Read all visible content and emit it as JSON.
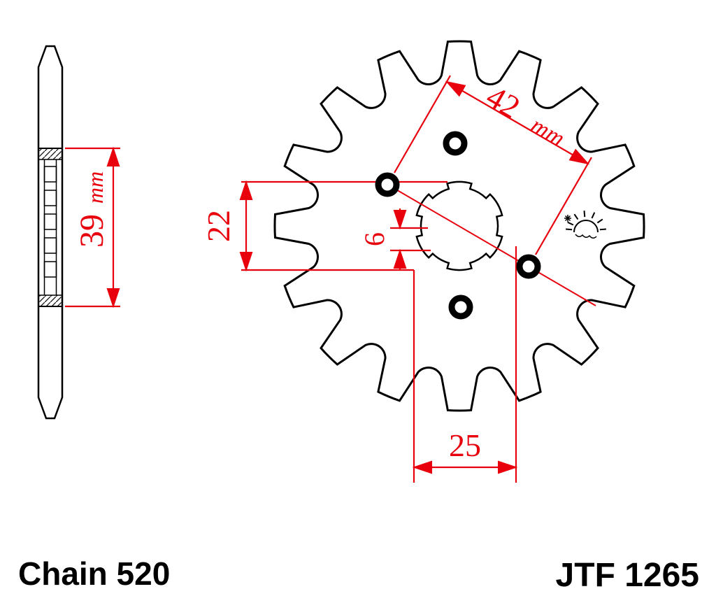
{
  "colors": {
    "dimension_red": "#e8000d",
    "drawing_black": "#000000",
    "background": "#ffffff"
  },
  "footer": {
    "chain_label": "Chain 520",
    "part_number": "JTF 1265"
  },
  "dims": {
    "d42": {
      "value": "42",
      "unit": "mm"
    },
    "d22": {
      "value": "22"
    },
    "d6": {
      "value": "6"
    },
    "d25": {
      "value": "25"
    },
    "d39": {
      "value": "39",
      "unit": "mm"
    }
  },
  "icons": {
    "sun": "sun-icon"
  }
}
